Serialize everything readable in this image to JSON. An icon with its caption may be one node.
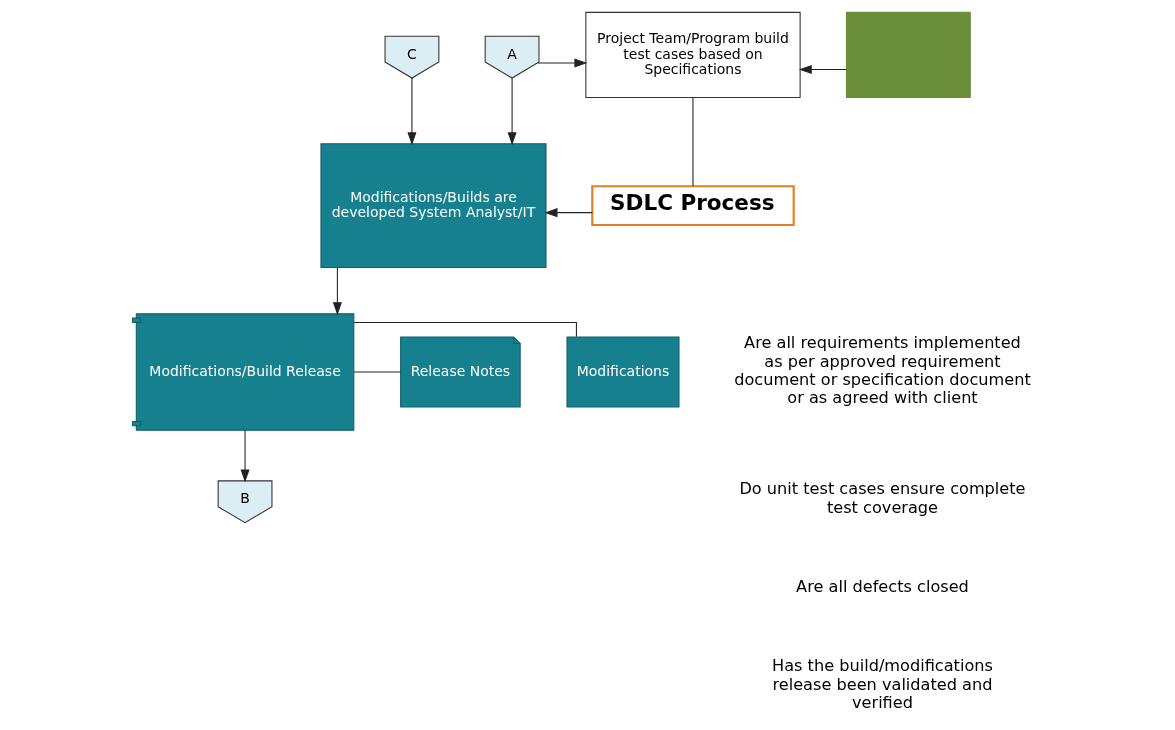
{
  "diagram": {
    "nodes": [
      {
        "text": [
          "C"
        ]
      },
      {
        "text": [
          "A"
        ]
      },
      {
        "text": [
          "Project Team/Program build test cases based on Specifications"
        ]
      },
      {
        "text": [],
        "shape": "box"
      },
      {
        "text": [
          "Modifications/Builds are developed System Analyst/IT"
        ]
      },
      {
        "text": [
          "SDLC Process"
        ]
      },
      {
        "text": [
          "Modifications/Build Release"
        ]
      },
      {
        "text": [
          "Modifications"
        ]
      },
      {
        "text": [
          "Release Notes"
        ]
      },
      {
        "text": [
          "B"
        ]
      }
    ],
    "edges": [
      {
        "from": 0,
        "to": 4,
        "arrow": "to"
      },
      {
        "from": 1,
        "to": 4,
        "arrow": "to"
      },
      {
        "from": 1,
        "to": 2,
        "arrow": "to"
      },
      {
        "from": 3,
        "to": 2,
        "arrow": "to"
      },
      {
        "from": 2,
        "to": 5,
        "arrow": "none"
      },
      {
        "from": 5,
        "to": 4,
        "arrow": "to"
      },
      {
        "from": 4,
        "to": 6,
        "arrow": "to"
      },
      {
        "from": 6,
        "to": 7,
        "arrow": "none"
      },
      {
        "from": 6,
        "to": 8,
        "arrow": "none"
      },
      {
        "from": 6,
        "to": 9,
        "arrow": "to"
      }
    ],
    "labels": [
      "Are all requirements implemented as per approved requirement document or specification document or as agreed with client",
      "Do unit test cases ensure complete test coverage",
      "Are all defects closed",
      "Has the build/modifications release been validated and verified"
    ]
  }
}
